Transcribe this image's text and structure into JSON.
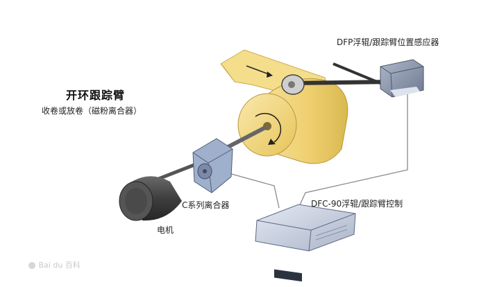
{
  "title": "开环跟踪臂",
  "subtitle": "收卷或放卷（磁粉离合器）",
  "labels": {
    "sensor": "DFP浮辊/跟踪臂位置感应器",
    "controller": "DFC-90浮辊/跟踪臂控制",
    "clutch": "C系列离合器",
    "motor": "电机"
  },
  "watermark": "Bai du 百科",
  "colors": {
    "web": "#f3dc88",
    "roll": "#efd070",
    "motor": "#4a4a4a",
    "clutch": "#9fb0cc",
    "sensor": "#8e9aaf",
    "controller": "#c8d0e0",
    "arm": "#3f3f3f"
  }
}
